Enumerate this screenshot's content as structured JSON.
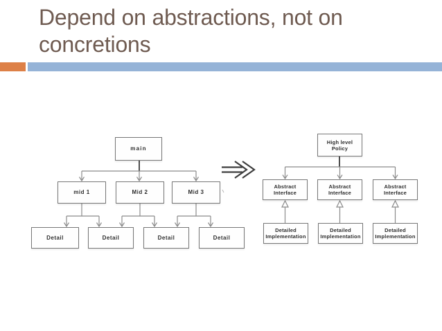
{
  "slide": {
    "title": {
      "line1": "Depend on abstractions, not on",
      "line2": "concretions"
    }
  },
  "colors": {
    "title_text": "#6f5b51",
    "accent_orange": "#dd8047",
    "accent_blue": "#95b3d7",
    "diagram_line": "#8a8a8a",
    "diagram_dark_line": "#3a3a3a",
    "box_border": "#767676"
  },
  "diagram": {
    "transform_arrow_icon": "double-arrow-right",
    "left_tree": {
      "root": {
        "label": "main"
      },
      "mids": [
        {
          "label": "mid 1"
        },
        {
          "label": "Mid 2"
        },
        {
          "label": "Mid 3"
        }
      ],
      "details": [
        {
          "label": "Detail"
        },
        {
          "label": "Detail"
        },
        {
          "label": "Detail"
        },
        {
          "label": "Detail"
        }
      ]
    },
    "right_tree": {
      "root": {
        "line1": "High level",
        "line2": "Policy"
      },
      "interfaces": [
        {
          "line1": "Abstract",
          "line2": "Interface"
        },
        {
          "line1": "Abstract",
          "line2": "Interface"
        },
        {
          "line1": "Abstract",
          "line2": "Interface"
        }
      ],
      "implementations": [
        {
          "line1": "Detailed",
          "line2": "Implementation"
        },
        {
          "line1": "Detailed",
          "line2": "Implementation"
        },
        {
          "line1": "Detailed",
          "line2": "Implementation"
        }
      ]
    }
  }
}
